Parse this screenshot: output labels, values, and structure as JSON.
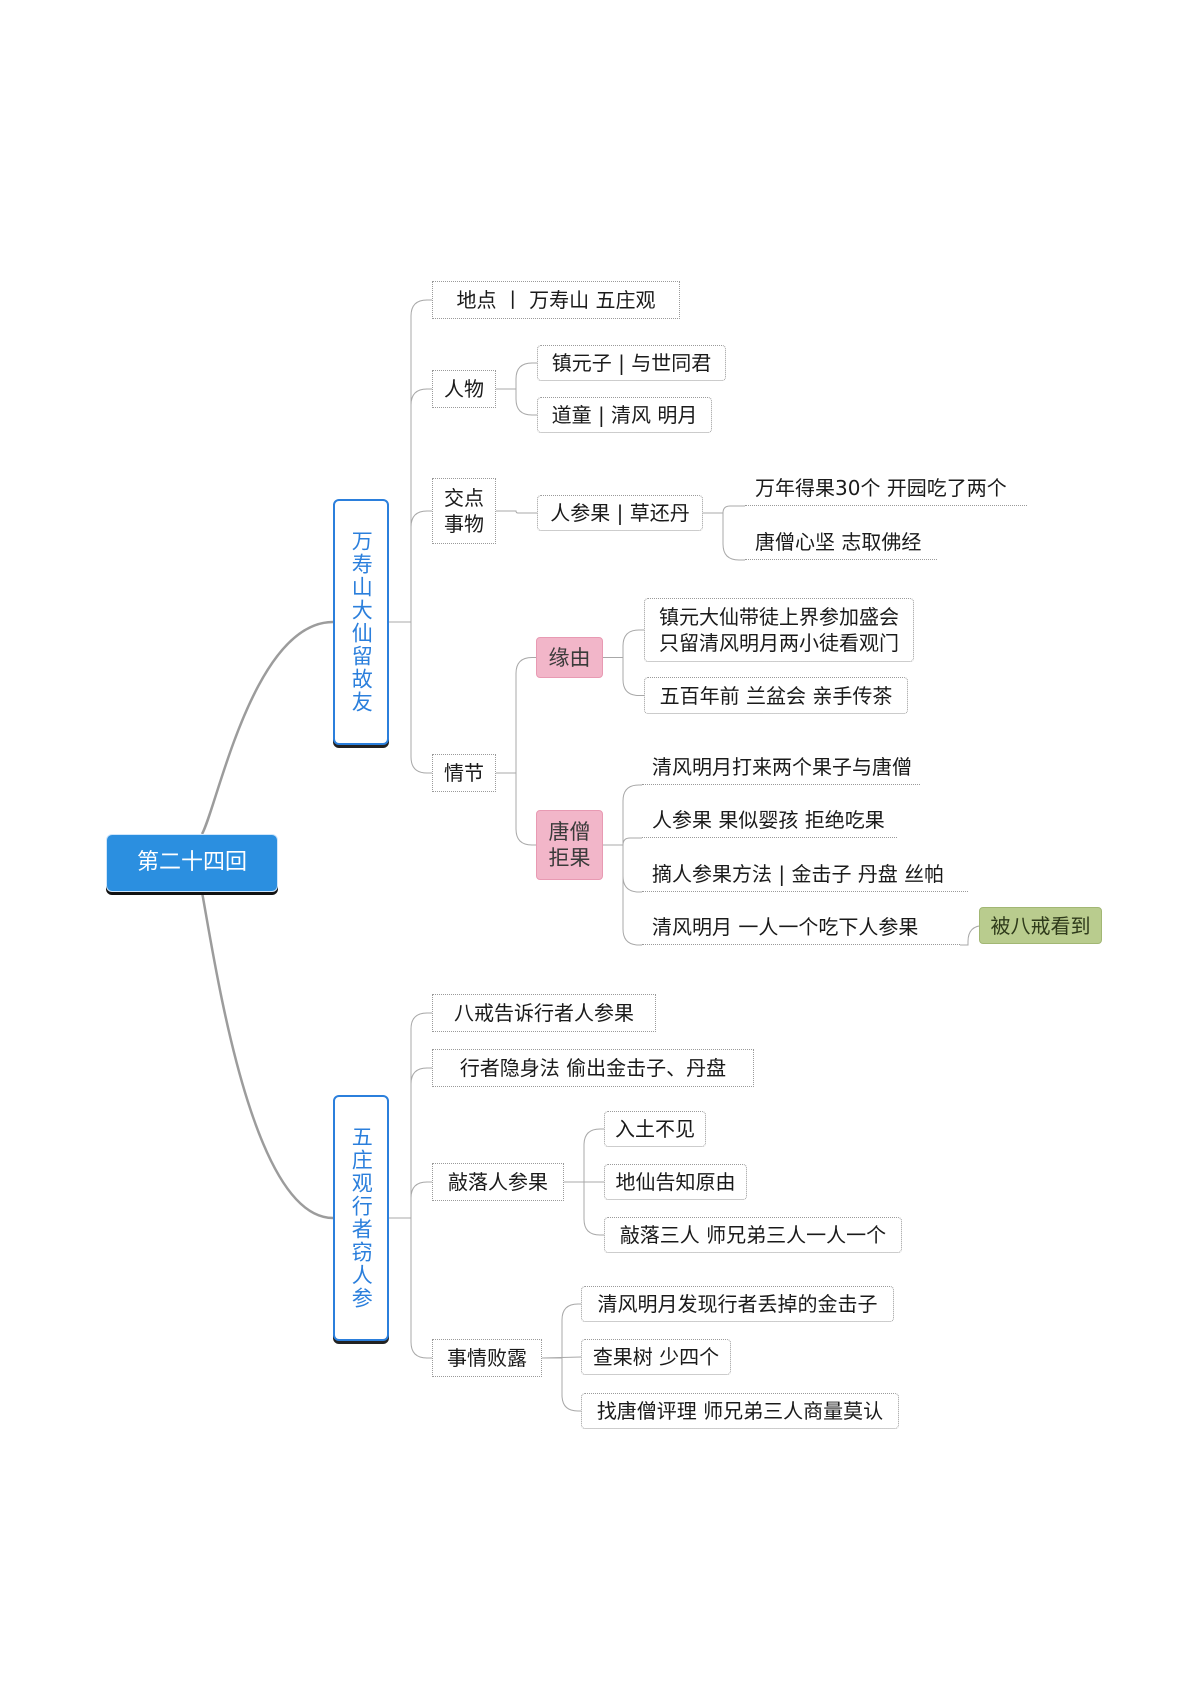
{
  "root": {
    "label": "第二十四回"
  },
  "branches": [
    {
      "label": "万寿山大仙留故友",
      "children": [
        {
          "label": "地点 丨 万寿山 五庄观"
        },
        {
          "label": "人物",
          "children": [
            {
              "label": "镇元子 | 与世同君"
            },
            {
              "label": "道童 | 清风 明月"
            }
          ]
        },
        {
          "label": "交点事物",
          "lines": [
            "交点",
            "事物"
          ],
          "children": [
            {
              "label": "人参果 | 草还丹",
              "children": [
                {
                  "label": "万年得果30个 开园吃了两个"
                },
                {
                  "label": "唐僧心坚 志取佛经"
                }
              ]
            }
          ]
        },
        {
          "label": "情节",
          "children": [
            {
              "label": "缘由",
              "children": [
                {
                  "label": "镇元大仙带徒上界参加盛会 只留清风明月两小徒看观门",
                  "lines": [
                    "镇元大仙带徒上界参加盛会",
                    "只留清风明月两小徒看观门"
                  ]
                },
                {
                  "label": "五百年前 兰盆会 亲手传茶"
                }
              ]
            },
            {
              "label": "唐僧拒果",
              "lines": [
                "唐僧",
                "拒果"
              ],
              "children": [
                {
                  "label": "清风明月打来两个果子与唐僧"
                },
                {
                  "label": "人参果 果似婴孩 拒绝吃果"
                },
                {
                  "label": "摘人参果方法 | 金击子 丹盘 丝帕"
                },
                {
                  "label": "清风明月 一人一个吃下人参果",
                  "children": [
                    {
                      "label": "被八戒看到"
                    }
                  ]
                }
              ]
            }
          ]
        }
      ]
    },
    {
      "label": "五庄观行者窃人参",
      "children": [
        {
          "label": "八戒告诉行者人参果"
        },
        {
          "label": "行者隐身法 偷出金击子、丹盘"
        },
        {
          "label": "敲落人参果",
          "children": [
            {
              "label": "入土不见"
            },
            {
              "label": "地仙告知原由"
            },
            {
              "label": "敲落三人 师兄弟三人一人一个"
            }
          ]
        },
        {
          "label": "事情败露",
          "children": [
            {
              "label": "清风明月发现行者丢掉的金击子"
            },
            {
              "label": "查果树 少四个"
            },
            {
              "label": "找唐僧评理 师兄弟三人商量莫认"
            }
          ]
        }
      ]
    }
  ],
  "colors": {
    "root_fill": "#2b8fe0",
    "branch_border": "#2b7fdc",
    "pink_fill": "#f2b6c9",
    "green_fill": "#b9cc8e",
    "link": "#a8a8a8"
  }
}
